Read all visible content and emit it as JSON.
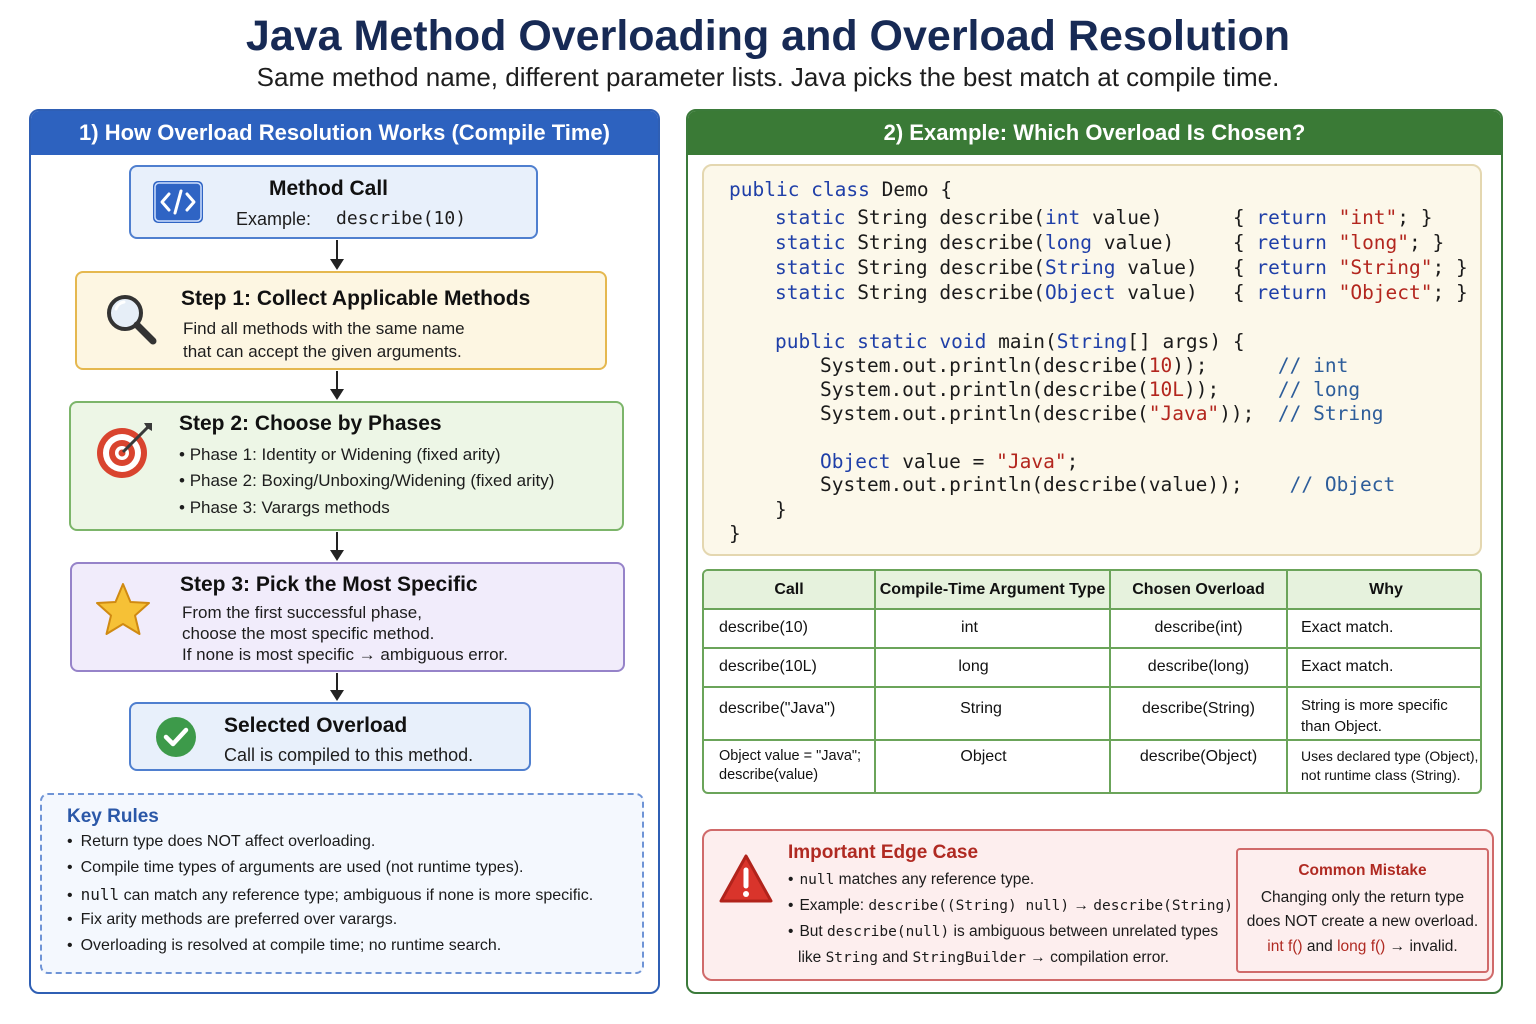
{
  "title": "Java Method Overloading and Overload Resolution",
  "subtitle": "Same method name, different parameter lists. Java picks the best match at compile time.",
  "left_panel": {
    "header": "1) How Overload Resolution Works (Compile Time)",
    "method_call": {
      "title": "Method Call",
      "example_label": "Example:",
      "example_code": "describe(10)",
      "icon": "code-icon"
    },
    "step1": {
      "title": "Step 1: Collect Applicable Methods",
      "line1": "Find all methods with the same name",
      "line2": "that can accept the given arguments.",
      "icon": "magnifier-icon"
    },
    "step2": {
      "title": "Step 2: Choose by Phases",
      "bullets": [
        "Phase 1: Identity or Widening (fixed arity)",
        "Phase 2: Boxing/Unboxing/Widening (fixed arity)",
        "Phase 3: Varargs methods"
      ],
      "icon": "target-icon"
    },
    "step3": {
      "title": "Step 3: Pick the Most Specific",
      "line1": "From the first successful phase,",
      "line2": "choose the most specific method.",
      "line3": "If none is most specific → ambiguous error.",
      "icon": "star-icon"
    },
    "selected": {
      "title": "Selected Overload",
      "text": "Call is compiled to this method.",
      "icon": "check-icon"
    },
    "key_rules": {
      "title": "Key Rules",
      "rule1": "Return type does NOT affect overloading.",
      "rule2": "Compile time types of arguments are used (not runtime types).",
      "rule3_code": "null",
      "rule3_text": " can match any reference type; ambiguous if none is more specific.",
      "rule4": "Fix arity methods are preferred over varargs.",
      "rule5": "Overloading is resolved at compile time; no runtime search."
    }
  },
  "right_panel": {
    "header": "2) Example: Which Overload Is Chosen?",
    "code": {
      "l1_kw": "public class",
      "l1_rest": " Demo {",
      "m_static": "static",
      "m_string": " String describe(",
      "m1_type": "int",
      "m1_rest": " value)      { ",
      "m1_ret": "return",
      "m1_val": " \"int\"",
      "m1_end": "; }",
      "m2_type": "long",
      "m2_rest": " value)     { ",
      "m2_ret": "return",
      "m2_val": " \"long\"",
      "m2_end": "; }",
      "m3_type": "String",
      "m3_rest": " value)   { ",
      "m3_ret": "return",
      "m3_val": " \"String\"",
      "m3_end": "; }",
      "m4_type": "Object",
      "m4_rest": " value)   { ",
      "m4_ret": "return",
      "m4_val": " \"Object\"",
      "m4_end": "; }",
      "main_kw": "public static void",
      "main_rest": " main(",
      "main_type": "String",
      "main_end": "[] args) {",
      "p1_a": "System.out.println(describe(",
      "p1_b": "10",
      "p1_c": "));      ",
      "p1_com": "// int",
      "p2_a": "System.out.println(describe(",
      "p2_b": "10L",
      "p2_c": "));     ",
      "p2_com": "// long",
      "p3_a": "System.out.println(describe(",
      "p3_b": "\"Java\"",
      "p3_c": "));  ",
      "p3_com": "// String",
      "o_kw": "Object",
      "o_mid": " value = ",
      "o_val": "\"Java\"",
      "o_end": ";",
      "p4_a": "System.out.println(describe(value));    ",
      "p4_com": "// Object",
      "close_method": "}",
      "close_class": "}"
    },
    "table": {
      "headers": [
        "Call",
        "Compile-Time Argument Type",
        "Chosen Overload",
        "Why"
      ],
      "rows": [
        {
          "call": "describe(10)",
          "type": "int",
          "chosen": "describe(int)",
          "why": "Exact match."
        },
        {
          "call": "describe(10L)",
          "type": "long",
          "chosen": "describe(long)",
          "why": "Exact match."
        },
        {
          "call": "describe(\"Java\")",
          "type": "String",
          "chosen": "describe(String)",
          "why1": "String is more specific",
          "why2": "than Object."
        },
        {
          "call1": "Object value = \"Java\";",
          "call2": "describe(value)",
          "type": "Object",
          "chosen": "describe(Object)",
          "why1": "Uses declared type (Object),",
          "why2": "not runtime class (String)."
        }
      ]
    },
    "edge_case": {
      "title": "Important Edge Case",
      "icon": "warning-icon",
      "b1_code": "null",
      "b1_text": " matches any reference type.",
      "b2_text": "Example: ",
      "b2_code": "describe((String) null)",
      "b2_arrow": " → ",
      "b2_code2": "describe(String)",
      "b3_text": "But ",
      "b3_code": "describe(null)",
      "b3_rest": " is ambiguous between unrelated types",
      "b4_text": "like ",
      "b4_code": "String",
      "b4_and": " and ",
      "b4_code2": "StringBuilder",
      "b4_rest": " → compilation error.",
      "mistake": {
        "title": "Common Mistake",
        "line1": "Changing only the return type",
        "line2": "does NOT create a new overload.",
        "code1": "int f()",
        "and": " and ",
        "code2": "long f()",
        "rest": " → invalid."
      }
    }
  },
  "colors": {
    "title": "#172a55",
    "left_accent": "#2d62bf",
    "right_accent": "#3a7a36",
    "edge_red": "#b02a22"
  }
}
